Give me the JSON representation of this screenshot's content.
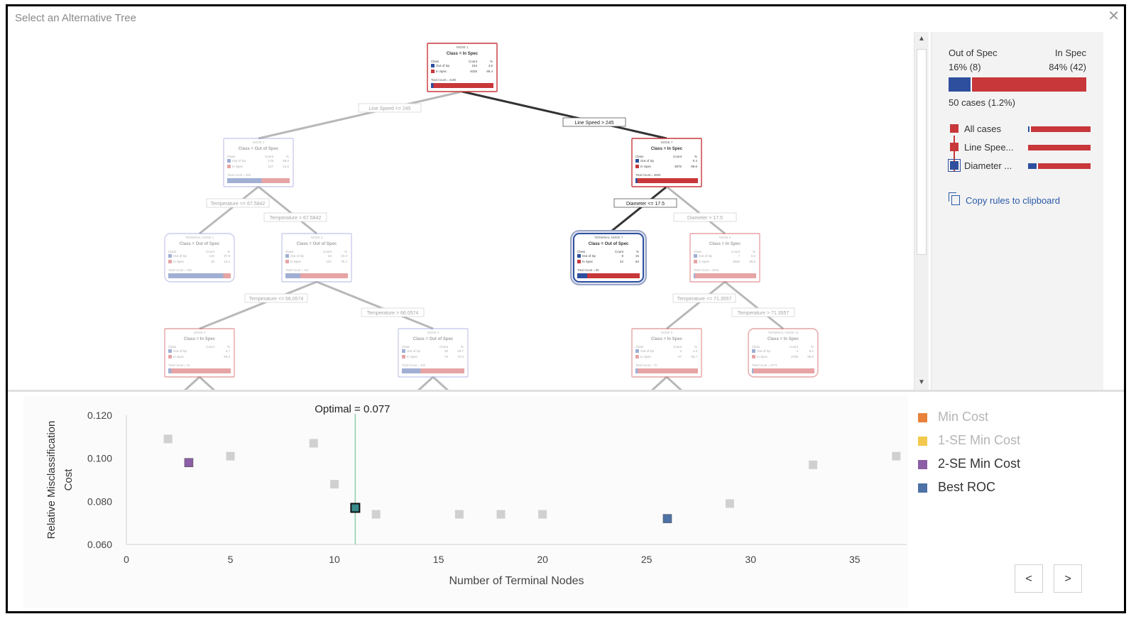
{
  "window": {
    "title": "Select an Alternative Tree",
    "close_glyph": "✕"
  },
  "tree": {
    "nodes": [
      {
        "id": "root",
        "title": "NODE 1",
        "class_label": "Class = In Spec",
        "class_header": "Class",
        "count_header": "Count",
        "pct_header": "%",
        "rows": [
          {
            "label": "Out of Sp",
            "count": "154",
            "pct": "4.6"
          },
          {
            "label": "In Spec",
            "count": "4026",
            "pct": "95.4"
          }
        ],
        "total": "Total Count = 4180",
        "blue_frac": 0.04,
        "border": "#c8373a",
        "selected": false,
        "faded": false
      },
      {
        "id": "n2",
        "title": "NODE 2",
        "class_label": "Class = Out of Spec",
        "class_header": "Class",
        "count_header": "Count",
        "pct_header": "%",
        "rows": [
          {
            "label": "Out of Sp",
            "count": "178",
            "pct": "58.0"
          },
          {
            "label": "In Spec",
            "count": "127",
            "pct": "41.6"
          }
        ],
        "total": "Total Count = 305",
        "blue_frac": 0.55,
        "border": "#8f92d8",
        "selected": false,
        "faded": true
      },
      {
        "id": "n7",
        "title": "NODE 7",
        "class_label": "Class = In Spec",
        "class_header": "Class",
        "count_header": "Count",
        "pct_header": "%",
        "rows": [
          {
            "label": "Out of Sp",
            "count": "",
            "pct": "0.4"
          },
          {
            "label": "In Spec",
            "count": "3876",
            "pct": "99.6"
          }
        ],
        "total": "Total Count = 3893",
        "blue_frac": 0.03,
        "border": "#c8373a",
        "selected": false,
        "faded": false
      },
      {
        "id": "t1",
        "title": "TERMINAL NODE 1",
        "class_label": "Class = Out of Spec",
        "class_header": "Class",
        "count_header": "Count",
        "pct_header": "%",
        "rows": [
          {
            "label": "Out of Sp",
            "count": "145",
            "pct": "87.9"
          },
          {
            "label": "In Spec",
            "count": "20",
            "pct": "12.1"
          }
        ],
        "total": "Total Count = 165",
        "blue_frac": 0.88,
        "border": "#8f92d8",
        "selected": false,
        "faded": true
      },
      {
        "id": "n3",
        "title": "NODE 3",
        "class_label": "Class = Out of Spec",
        "class_header": "Class",
        "count_header": "Count",
        "pct_header": "%",
        "rows": [
          {
            "label": "Out of Sp",
            "count": "34",
            "pct": "24.3"
          },
          {
            "label": "In Spec",
            "count": "107",
            "pct": "75.7"
          }
        ],
        "total": "Total Count = 141",
        "blue_frac": 0.24,
        "border": "#8f92d8",
        "selected": false,
        "faded": true
      },
      {
        "id": "t7",
        "title": "TERMINAL NODE 7",
        "class_label": "Class = Out of Spec",
        "class_header": "Class",
        "count_header": "Count",
        "pct_header": "%",
        "rows": [
          {
            "label": "Out of Sp",
            "count": "8",
            "pct": "16"
          },
          {
            "label": "In Spec",
            "count": "42",
            "pct": "84"
          }
        ],
        "total": "Total Count = 50",
        "blue_frac": 0.16,
        "border": "#2e4f9e",
        "selected": true,
        "faded": false
      },
      {
        "id": "n8",
        "title": "NODE 8",
        "class_label": "Class = In Spec",
        "class_header": "Class",
        "count_header": "Count",
        "pct_header": "%",
        "rows": [
          {
            "label": "Out of Sp",
            "count": "7",
            "pct": "0.2"
          },
          {
            "label": "In Spec",
            "count": "3836",
            "pct": "99.8"
          }
        ],
        "total": "Total Count = 3843",
        "blue_frac": 0.01,
        "border": "#c8373a",
        "selected": false,
        "faded": true
      },
      {
        "id": "n4",
        "title": "NODE 4",
        "class_label": "Class = In Spec",
        "class_header": "Class",
        "count_header": "Count",
        "pct_header": "%",
        "rows": [
          {
            "label": "Out of Sp",
            "count": "",
            "pct": "4.7"
          },
          {
            "label": "In Spec",
            "count": "",
            "pct": "95.3"
          }
        ],
        "total": "Total Count = 41",
        "blue_frac": 0.05,
        "border": "#c8373a",
        "selected": false,
        "faded": true
      },
      {
        "id": "n5",
        "title": "NODE 5",
        "class_label": "Class = Out of Spec",
        "class_header": "Class",
        "count_header": "Count",
        "pct_header": "%",
        "rows": [
          {
            "label": "Out of Sp",
            "count": "30",
            "pct": "29.7"
          },
          {
            "label": "In Spec",
            "count": "70",
            "pct": "70.3"
          }
        ],
        "total": "Total Count = 100",
        "blue_frac": 0.3,
        "border": "#8f92d8",
        "selected": false,
        "faded": true
      },
      {
        "id": "n9",
        "title": "NODE 9",
        "class_label": "Class = In Spec",
        "class_header": "Class",
        "count_header": "Count",
        "pct_header": "%",
        "rows": [
          {
            "label": "Out of Sp",
            "count": "3",
            "pct": "4.3"
          },
          {
            "label": "In Spec",
            "count": "67",
            "pct": "95.7"
          }
        ],
        "total": "Total Count = 70",
        "blue_frac": 0.04,
        "border": "#c8373a",
        "selected": false,
        "faded": true
      },
      {
        "id": "t11",
        "title": "TERMINAL NODE 11",
        "class_label": "Class = In Spec",
        "class_header": "Class",
        "count_header": "Count",
        "pct_header": "%",
        "rows": [
          {
            "label": "Out of Sp",
            "count": "4",
            "pct": "0.1"
          },
          {
            "label": "In Spec",
            "count": "3769",
            "pct": "99.9"
          }
        ],
        "total": "Total Count = 3773",
        "blue_frac": 0.01,
        "border": "#c8373a",
        "selected": false,
        "faded": true
      }
    ],
    "splits": [
      {
        "id": "s1",
        "text": "Line Speed <= 245"
      },
      {
        "id": "s2",
        "text": "Line Speed > 245"
      },
      {
        "id": "s3",
        "text": "Temperature <= 67.5842"
      },
      {
        "id": "s4",
        "text": "Temperature > 67.5842"
      },
      {
        "id": "s5",
        "text": "Diameter <= 17.5"
      },
      {
        "id": "s6",
        "text": "Diameter > 17.5"
      },
      {
        "id": "s7",
        "text": "Temperature <= 66.0574"
      },
      {
        "id": "s8",
        "text": "Temperature > 66.0574"
      },
      {
        "id": "s9",
        "text": "Temperature <= 71.3557"
      },
      {
        "id": "s10",
        "text": "Temperature > 71.3557"
      }
    ]
  },
  "side_panel": {
    "out_label": "Out of Spec",
    "in_label": "In Spec",
    "out_value": "16% (8)",
    "in_value": "84% (42)",
    "out_frac": 0.16,
    "cases": "50 cases (1.2%)",
    "path": [
      {
        "label": "All cases",
        "color": "#c8373a",
        "blue_frac": 0.02
      },
      {
        "label": "Line Spee...",
        "color": "#c8373a",
        "blue_frac": 0.0
      },
      {
        "label": "Diameter ...",
        "color": "#2e4f9e",
        "blue_frac": 0.14
      }
    ],
    "copy_label": "Copy rules to clipboard",
    "copy_icon": "copy-icon"
  },
  "chart_data": {
    "type": "scatter",
    "ylabel": "Relative Misclassification Cost",
    "xlabel": "Number of Terminal Nodes",
    "annotation": "Optimal = 0.077",
    "optimal_x": 11,
    "xlim": [
      0,
      37.5
    ],
    "ylim": [
      0.06,
      0.12
    ],
    "xticks": [
      0,
      5,
      10,
      15,
      20,
      25,
      30,
      35
    ],
    "yticks": [
      {
        "v": 0.06,
        "label": "0.060"
      },
      {
        "v": 0.08,
        "label": "0.080"
      },
      {
        "v": 0.1,
        "label": "0.100"
      },
      {
        "v": 0.12,
        "label": "0.120"
      }
    ],
    "points": [
      {
        "x": 2,
        "y": 0.109,
        "kind": "normal"
      },
      {
        "x": 3,
        "y": 0.098,
        "kind": "2se"
      },
      {
        "x": 5,
        "y": 0.101,
        "kind": "normal"
      },
      {
        "x": 9,
        "y": 0.107,
        "kind": "normal"
      },
      {
        "x": 10,
        "y": 0.088,
        "kind": "normal"
      },
      {
        "x": 11,
        "y": 0.077,
        "kind": "selected"
      },
      {
        "x": 12,
        "y": 0.074,
        "kind": "normal"
      },
      {
        "x": 16,
        "y": 0.074,
        "kind": "normal"
      },
      {
        "x": 18,
        "y": 0.074,
        "kind": "normal"
      },
      {
        "x": 20,
        "y": 0.074,
        "kind": "normal"
      },
      {
        "x": 26,
        "y": 0.072,
        "kind": "bestroc"
      },
      {
        "x": 29,
        "y": 0.079,
        "kind": "normal"
      },
      {
        "x": 33,
        "y": 0.097,
        "kind": "normal"
      },
      {
        "x": 37,
        "y": 0.101,
        "kind": "normal"
      }
    ],
    "colors": {
      "normal": "#d0d0d0",
      "2se": "#8c5ea6",
      "bestroc": "#4e71a6",
      "selected": "#3a8a8a",
      "optimal_line": "#8fd0a8"
    }
  },
  "legend": {
    "items": [
      {
        "label": "Min Cost",
        "color": "#e8823a",
        "text_color": "#b5b5b5"
      },
      {
        "label": "1-SE Min Cost",
        "color": "#f2c94c",
        "text_color": "#b5b5b5"
      },
      {
        "label": "2-SE Min Cost",
        "color": "#8c5ea6",
        "text_color": "#333333"
      },
      {
        "label": "Best ROC",
        "color": "#4e71a6",
        "text_color": "#333333"
      }
    ]
  },
  "nav": {
    "prev": "<",
    "next": ">"
  }
}
